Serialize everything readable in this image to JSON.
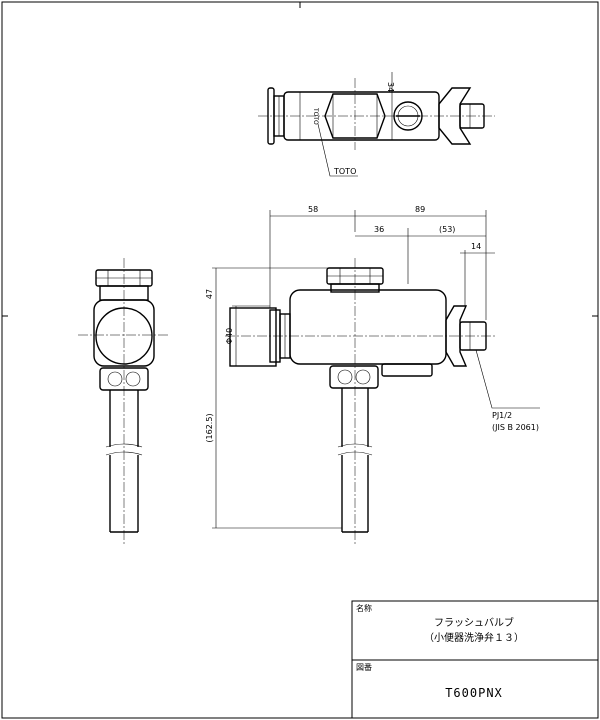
{
  "labels": {
    "brand_leader": "TOTO",
    "brand_stamp": "TOTO",
    "connection_thread": "PJ1/2",
    "connection_standard": "(JIS B 2061)"
  },
  "dimensions": {
    "top_depth": "34",
    "left_length": "58",
    "right_length": "89",
    "center_offset": "36",
    "ref_length": "(53)",
    "nut_width": "14",
    "body_height": "47",
    "body_diameter": "Φ40",
    "total_height": "(162.5)"
  },
  "title_block": {
    "name_label": "名称",
    "name_line1": "フラッシュバルブ",
    "name_line2": "（小便器洗浄弁１３）",
    "drawing_no_label": "図番",
    "drawing_no": "T600PNX"
  }
}
